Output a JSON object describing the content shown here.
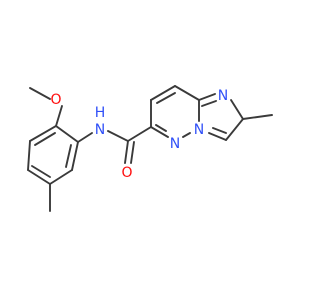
{
  "diagram": {
    "type": "chemical-structure",
    "colors": {
      "bond": "#3a3a3a",
      "oxygen": "#ff0d0d",
      "nitrogen": "#3050f8",
      "carbon": "#3a3a3a"
    },
    "labels": {
      "methoxy_oxygen": "O",
      "amide_nitrogen": "N",
      "amide_hydrogen": "H",
      "carbonyl_oxygen": "O",
      "imidazole_nitrogen": "N",
      "bridgehead_nitrogen": "N",
      "pyridazine_nitrogen": "N"
    }
  }
}
